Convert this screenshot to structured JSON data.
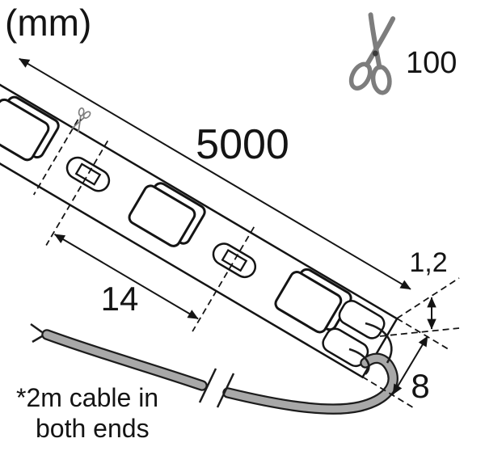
{
  "diagram": {
    "unit_label": "(mm)",
    "dimensions": {
      "cut_interval": "100",
      "strip_length": "5000",
      "led_pitch": "14",
      "strip_thickness": "1,2",
      "strip_width": "8"
    },
    "note": {
      "line1": "*2m cable in",
      "line2": "both ends"
    },
    "icons": {
      "cut_large": "scissors-icon",
      "cut_small": "scissors-icon"
    }
  }
}
